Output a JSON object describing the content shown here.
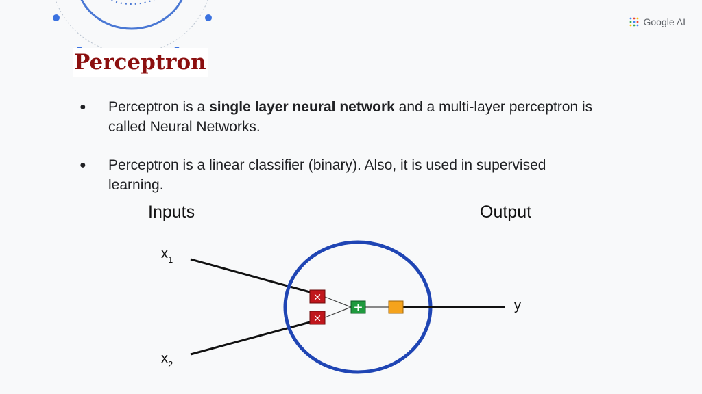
{
  "slide": {
    "title": "Perceptron",
    "logo_text": "Google AI",
    "bullets": [
      {
        "pre": "Perceptron is a ",
        "bold": "single layer neural network",
        "post": " and a multi-layer perceptron is called Neural Networks."
      },
      {
        "pre": "Perceptron is a linear classifier (binary). Also, it is used in supervised learning.",
        "bold": "",
        "post": ""
      }
    ]
  },
  "diagram": {
    "inputs_label": "Inputs",
    "output_label": "Output",
    "x1_base": "x",
    "x1_sub": "1",
    "x2_base": "x",
    "x2_sub": "2",
    "y_label": "y",
    "multiply_symbol": "×",
    "add_symbol": "+",
    "colors": {
      "neuron_ring": "#1f45b4",
      "multiply_box": "#c0161c",
      "add_box": "#1f9a3e",
      "activation_box": "#f5a31c",
      "title": "#8b0f0f"
    }
  },
  "icons": [
    "google-ai-logo-icon",
    "decorative-orbit-icon"
  ]
}
